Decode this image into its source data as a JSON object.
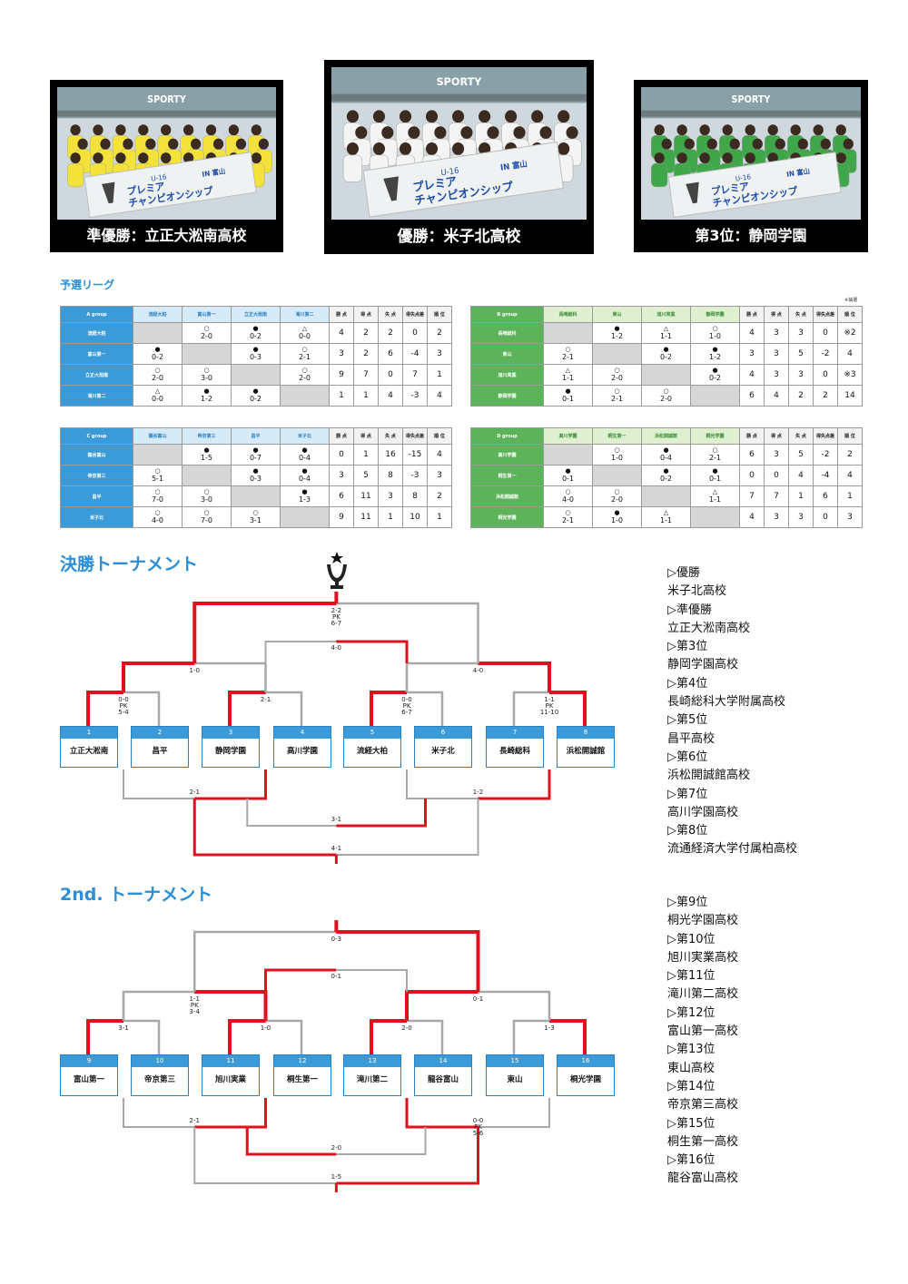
{
  "photos": [
    {
      "caption": "準優勝：立正大淞南高校",
      "jersey": "#f2e23a"
    },
    {
      "caption": "優勝：米子北高校",
      "jersey": "#f4f4f4"
    },
    {
      "caption": "第3位：静岡学園",
      "jersey": "#3fa64a"
    }
  ],
  "banner": {
    "line1": "U-16",
    "line2": "プレミア",
    "line3": "チャンピオンシップ",
    "tag": "IN 富山",
    "brand": "SPORTY"
  },
  "sections": {
    "prelim": "予選リーグ",
    "final": "決勝トーナメント",
    "second": "2nd. トーナメント",
    "lottery_note": "※抽選"
  },
  "stat_headers": [
    "勝 点",
    "得 点",
    "失 点",
    "得失点差",
    "順 位"
  ],
  "groups": [
    {
      "name": "A group",
      "teams": [
        "流経大柏",
        "富山第一",
        "立正大淞南",
        "滝川第二"
      ],
      "cells": [
        [
          null,
          [
            "○",
            "2-0"
          ],
          [
            "●",
            "0-2"
          ],
          [
            "△",
            "0-0"
          ]
        ],
        [
          [
            "●",
            "0-2"
          ],
          null,
          [
            "●",
            "0-3"
          ],
          [
            "○",
            "2-1"
          ]
        ],
        [
          [
            "○",
            "2-0"
          ],
          [
            "○",
            "3-0"
          ],
          null,
          [
            "○",
            "2-0"
          ]
        ],
        [
          [
            "△",
            "0-0"
          ],
          [
            "●",
            "1-2"
          ],
          [
            "●",
            "0-2"
          ],
          null
        ]
      ],
      "stats": [
        [
          "4",
          "2",
          "2",
          "0",
          "2"
        ],
        [
          "3",
          "2",
          "6",
          "-4",
          "3"
        ],
        [
          "9",
          "7",
          "0",
          "7",
          "1"
        ],
        [
          "1",
          "1",
          "4",
          "-3",
          "4"
        ]
      ]
    },
    {
      "name": "B group",
      "teams": [
        "長崎総科",
        "東山",
        "旭川実業",
        "静岡学園"
      ],
      "cells": [
        [
          null,
          [
            "●",
            "1-2"
          ],
          [
            "△",
            "1-1"
          ],
          [
            "○",
            "1-0"
          ]
        ],
        [
          [
            "○",
            "2-1"
          ],
          null,
          [
            "●",
            "0-2"
          ],
          [
            "●",
            "1-2"
          ]
        ],
        [
          [
            "△",
            "1-1"
          ],
          [
            "○",
            "2-0"
          ],
          null,
          [
            "●",
            "0-2"
          ]
        ],
        [
          [
            "●",
            "0-1"
          ],
          [
            "○",
            "2-1"
          ],
          [
            "○",
            "2-0"
          ],
          null
        ]
      ],
      "stats": [
        [
          "4",
          "3",
          "3",
          "0",
          "※2"
        ],
        [
          "3",
          "3",
          "5",
          "-2",
          "4"
        ],
        [
          "4",
          "3",
          "3",
          "0",
          "※3"
        ],
        [
          "6",
          "4",
          "2",
          "2",
          "14"
        ]
      ]
    },
    {
      "name": "C group",
      "teams": [
        "龍谷富山",
        "帝京第三",
        "昌平",
        "米子北"
      ],
      "cells": [
        [
          null,
          [
            "●",
            "1-5"
          ],
          [
            "●",
            "0-7"
          ],
          [
            "●",
            "0-4"
          ]
        ],
        [
          [
            "○",
            "5-1"
          ],
          null,
          [
            "●",
            "0-3"
          ],
          [
            "●",
            "0-4"
          ]
        ],
        [
          [
            "○",
            "7-0"
          ],
          [
            "○",
            "3-0"
          ],
          null,
          [
            "●",
            "1-3"
          ]
        ],
        [
          [
            "○",
            "4-0"
          ],
          [
            "○",
            "7-0"
          ],
          [
            "○",
            "3-1"
          ],
          null
        ]
      ],
      "stats": [
        [
          "0",
          "1",
          "16",
          "-15",
          "4"
        ],
        [
          "3",
          "5",
          "8",
          "-3",
          "3"
        ],
        [
          "6",
          "11",
          "3",
          "8",
          "2"
        ],
        [
          "9",
          "11",
          "1",
          "10",
          "1"
        ]
      ]
    },
    {
      "name": "D group",
      "teams": [
        "高川学園",
        "桐生第一",
        "浜松開誠館",
        "桐光学園"
      ],
      "cells": [
        [
          null,
          [
            "○",
            "1-0"
          ],
          [
            "●",
            "0-4"
          ],
          [
            "○",
            "2-1"
          ]
        ],
        [
          [
            "●",
            "0-1"
          ],
          null,
          [
            "●",
            "0-2"
          ],
          [
            "●",
            "0-1"
          ]
        ],
        [
          [
            "○",
            "4-0"
          ],
          [
            "○",
            "2-0"
          ],
          null,
          [
            "△",
            "1-1"
          ]
        ],
        [
          [
            "○",
            "2-1"
          ],
          [
            "●",
            "1-0"
          ],
          [
            "△",
            "1-1"
          ],
          null
        ]
      ],
      "stats": [
        [
          "6",
          "3",
          "5",
          "-2",
          "2"
        ],
        [
          "0",
          "0",
          "4",
          "-4",
          "4"
        ],
        [
          "7",
          "7",
          "1",
          "6",
          "1"
        ],
        [
          "4",
          "3",
          "3",
          "0",
          "3"
        ]
      ]
    }
  ],
  "final_teams": [
    {
      "num": "1",
      "name": "立正大淞南"
    },
    {
      "num": "2",
      "name": "昌平"
    },
    {
      "num": "3",
      "name": "静岡学園"
    },
    {
      "num": "4",
      "name": "高川学園"
    },
    {
      "num": "5",
      "name": "流経大柏"
    },
    {
      "num": "6",
      "name": "米子北"
    },
    {
      "num": "7",
      "name": "長崎総科"
    },
    {
      "num": "8",
      "name": "浜松開誠館"
    }
  ],
  "second_teams": [
    {
      "num": "9",
      "name": "富山第一"
    },
    {
      "num": "10",
      "name": "帝京第三"
    },
    {
      "num": "11",
      "name": "旭川実業"
    },
    {
      "num": "12",
      "name": "桐生第一"
    },
    {
      "num": "13",
      "name": "滝川第二"
    },
    {
      "num": "14",
      "name": "龍谷富山"
    },
    {
      "num": "15",
      "name": "東山"
    },
    {
      "num": "16",
      "name": "桐光学園"
    }
  ],
  "final_scores": {
    "r1_1": "0-0\nPK\n5-4",
    "r1_2": "2-1",
    "r1_3": "0-0\nPK\n6-7",
    "r1_4": "1-1\nPK\n11-10",
    "sf1": "1-0",
    "sf2": "4-0",
    "third": "4-0",
    "final": "2-2\nPK\n6-7",
    "c1": "2-1",
    "c2": "1-2",
    "p5": "3-1",
    "p7": "4-1"
  },
  "second_scores": {
    "r1_1": "3-1",
    "r1_2": "1-0",
    "r1_3": "2-0",
    "r1_4": "1-3",
    "sf1": "1-1\nPK\n3-4",
    "sf2": "0-1",
    "third": "0-1",
    "final": "0-3",
    "c1": "2-1",
    "c2": "0-0\nPK\n5-6",
    "p5": "2-0",
    "p7": "1-5"
  },
  "results": [
    "▷優勝",
    "米子北高校",
    "▷準優勝",
    "立正大淞南高校",
    "▷第3位",
    "静岡学園高校",
    "▷第4位",
    "長崎総科大学附属高校",
    "▷第5位",
    "昌平高校",
    "▷第6位",
    "浜松開誠館高校",
    "▷第7位",
    "高川学園高校",
    "▷第8位",
    "流通経済大学付属柏高校"
  ],
  "results2": [
    "▷第9位",
    "桐光学園高校",
    "▷第10位",
    "旭川実業高校",
    "▷第11位",
    "滝川第二高校",
    "▷第12位",
    "富山第一高校",
    "▷第13位",
    "東山高校",
    "▷第14位",
    "帝京第三高校",
    "▷第15位",
    "桐生第一高校",
    "▷第16位",
    "龍谷富山高校"
  ],
  "colors": {
    "red": "#e0101e",
    "gray": "#a8a8a8",
    "blue": "#3a9bd8",
    "green": "#5db35a"
  }
}
